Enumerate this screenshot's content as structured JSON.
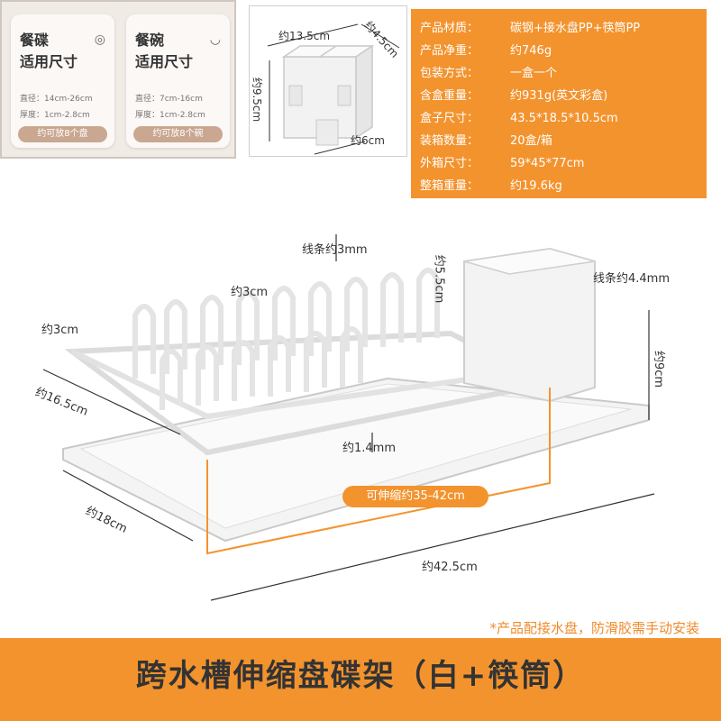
{
  "plates": {
    "title1": "餐碟",
    "title2": "适用尺寸",
    "diameter": "直径：14cm-26cm",
    "thickness": "厚度：1cm-2.8cm",
    "capacity": "约可放8个盘",
    "icon": "plate-icon"
  },
  "bowls": {
    "title1": "餐碗",
    "title2": "适用尺寸",
    "diameter": "直径：7cm-16cm",
    "thickness": "厚度：1cm-2.8cm",
    "capacity": "约可放8个碗",
    "icon": "bowl-icon"
  },
  "holder": {
    "width": "约13.5cm",
    "depth": "约4.5cm",
    "height": "约9.5cm",
    "base": "约6cm"
  },
  "specs": [
    {
      "label": "产品材质：",
      "value": "碳钢+接水盘PP+筷筒PP"
    },
    {
      "label": "产品净重：",
      "value": "约746g"
    },
    {
      "label": "包装方式：",
      "value": "一盒一个"
    },
    {
      "label": "含盒重量：",
      "value": "约931g(英文彩盒)"
    },
    {
      "label": "盒子尺寸：",
      "value": "43.5*18.5*10.5cm"
    },
    {
      "label": "装箱数量：",
      "value": "20盒/箱"
    },
    {
      "label": "外箱尺寸：",
      "value": "59*45*77cm"
    },
    {
      "label": "整箱重量：",
      "value": "约19.6kg"
    }
  ],
  "rack": {
    "wire_top": "线条约3mm",
    "wire_right": "线条约4.4mm",
    "gap": "约3cm",
    "tine": "约5.5cm",
    "foot": "约3cm",
    "width_side": "约16.5cm",
    "height": "约9cm",
    "bottom_gap": "约1.4mm",
    "extend": "可伸缩约35-42cm",
    "tray_depth": "约18cm",
    "length": "约42.5cm"
  },
  "note": "*产品配接水盘，防滑胶需手动安装",
  "title": "跨水槽伸缩盘碟架（白+筷筒）",
  "colors": {
    "accent": "#f3932e",
    "note": "#f08a2a",
    "pill": "#c9a791"
  }
}
